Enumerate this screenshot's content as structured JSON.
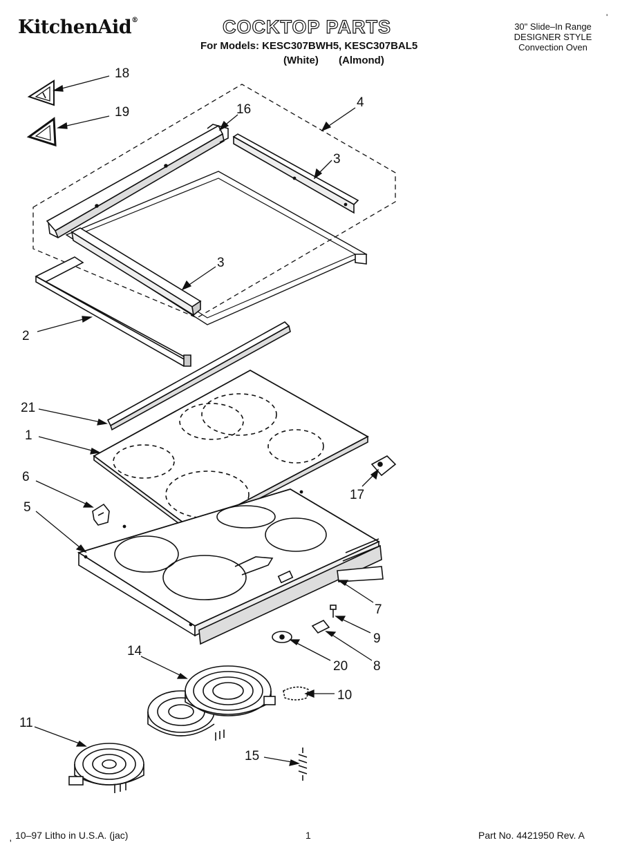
{
  "header": {
    "brand": "KitchenAid",
    "brand_mark": "®",
    "title": "COCKTOP PARTS",
    "models_line": "For Models: KESC307BWH5, KESC307BAL5",
    "model_color_white": "(White)",
    "model_color_almond": "(Almond)",
    "product_info": [
      "30\" Slide–In Range",
      "DESIGNER STYLE",
      "Convection Oven"
    ],
    "corner_mark": "'"
  },
  "callouts": [
    "18",
    "19",
    "16",
    "4",
    "3",
    "3",
    "2",
    "21",
    "1",
    "6",
    "5",
    "17",
    "7",
    "9",
    "8",
    "20",
    "14",
    "10",
    "11",
    "15"
  ],
  "footer": {
    "left": "10–97 Litho in U.S.A. (jac)",
    "page": "1",
    "right": "Part No. 4421950 Rev. A",
    "mark": "'"
  }
}
